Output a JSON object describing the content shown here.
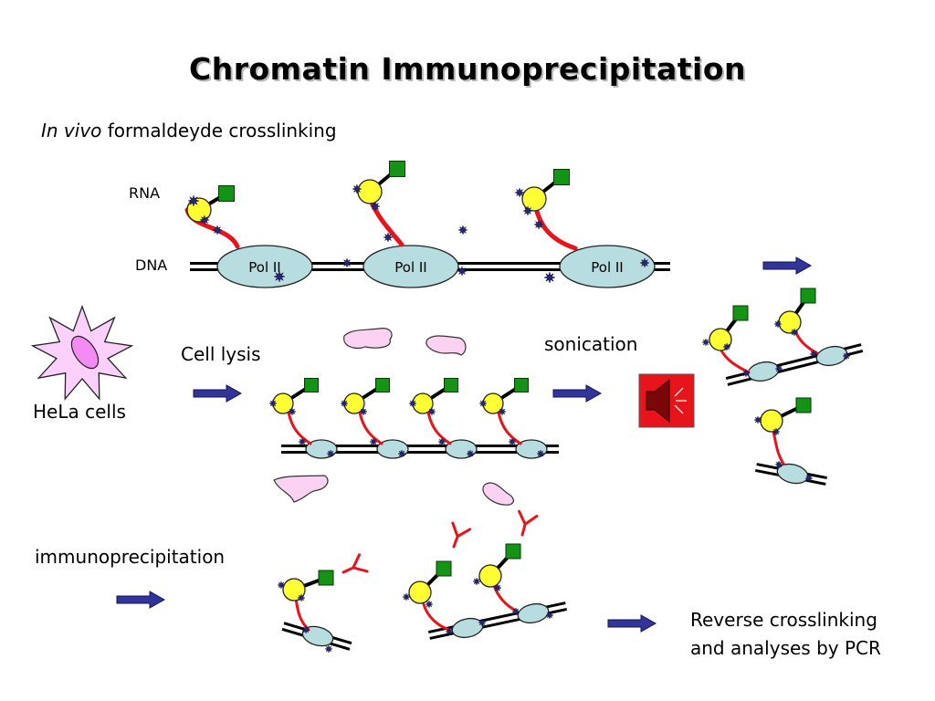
{
  "title": "Chromatin Immunoprecipitation",
  "subtitle": {
    "italic": "In vivo",
    "rest": "formaldeyde crosslinking"
  },
  "labels": {
    "rna": "RNA",
    "dna": "DNA",
    "pol": "Pol II",
    "hela": "HeLa cells",
    "lysis": "Cell lysis",
    "sonication": "sonication",
    "ip": "immunoprecipitation",
    "reverse_line1": "Reverse crosslinking",
    "reverse_line2": "and analyses by PCR"
  },
  "colors": {
    "rna": "#e8141c",
    "antibody": "#e8141c",
    "pol_fill": "#b8dde0",
    "yellow": "#ffff33",
    "green": "#149414",
    "star": "#26267a",
    "arrow": "#33339c",
    "cell": "#fbd0fb",
    "nucleus": "#f48af4",
    "debris": "#fbd2f2",
    "speaker_bg": "#e8141c",
    "speaker": "#7a0808"
  }
}
